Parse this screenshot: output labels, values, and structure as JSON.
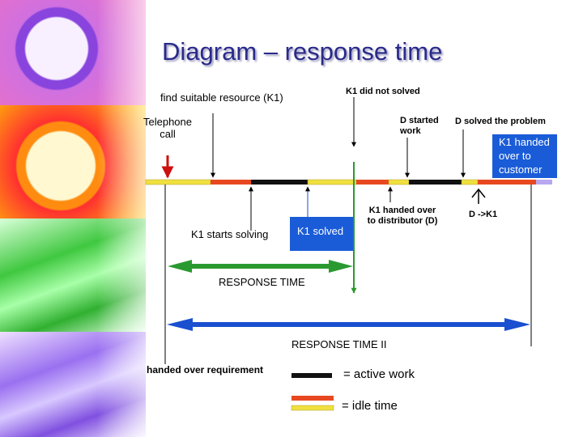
{
  "title": "Diagram – response time",
  "labels": {
    "find_resource": "find suitable resource (K1)",
    "k1_not_solved": "K1 did not solved",
    "telephone_call": "Telephone\ncall",
    "d_started": "D started\nwork",
    "d_solved": "D solved the problem",
    "k1_handed_customer": "K1 handed\nover to\ncustomer",
    "k1_starts": "K1 starts solving",
    "k1_solved": "K1 solved",
    "k1_handed_distributor": "K1 handed over\nto distributor (D)",
    "d_to_k1": "D ->K1",
    "response_time": "RESPONSE TIME",
    "response_time_2": "RESPONSE TIME II",
    "handed_requirement": "handed over requirement"
  },
  "legend": {
    "active": "= active work",
    "idle": "= idle time"
  },
  "colors": {
    "title": "#2a2a8a",
    "active": "#111111",
    "idle_red": "#e84820",
    "idle_yellow": "#f0e040",
    "green_arrow": "#2a9a30",
    "blue_arrow": "#1a4fd0",
    "blue_box": "#1a5cd8",
    "telephone_arrow": "#cc1010"
  }
}
